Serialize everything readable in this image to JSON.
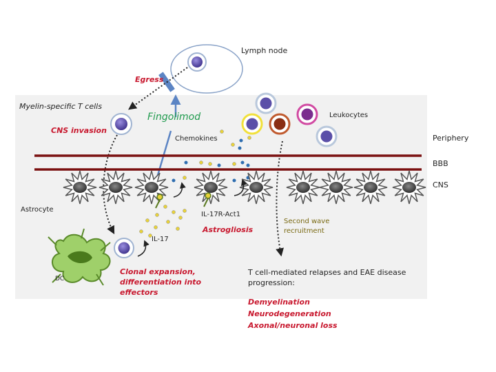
{
  "labels": {
    "lymph_node": "Lymph node",
    "egress": "Egress",
    "myelin_t_cells": "Myelin-specific T cells",
    "fingolimod": "Fingolimod",
    "cns_invasion": "CNS invasion",
    "chemokines": "Chemokines",
    "leukocytes": "Leukocytes",
    "periphery": "Periphery",
    "bbb": "BBB",
    "cns": "CNS",
    "astrocyte": "Astrocyte",
    "il17r_act1": "IL-17R-Act1",
    "astrogliosis": "Astrogliosis",
    "second_wave_1": "Second wave",
    "second_wave_2": "recruitment",
    "il17": "IL-17",
    "dc": "DC",
    "clonal_1": "Clonal expansion,",
    "clonal_2": "differentiation into",
    "clonal_3": "effectors",
    "tcell_1": "T cell-mediated relapses and EAE disease",
    "tcell_2": "progression:",
    "outcome_1": "Demyelination",
    "outcome_2": "Neurodegeneration",
    "outcome_3": "Axonal/neuronal loss"
  },
  "colors": {
    "accent_red": "#c8192f",
    "fingolimod_green": "#1f9a4d",
    "bbb_line": "#7a1010",
    "cell_nucleus": "#5b4fa8",
    "arrow_blue": "#5b84c4",
    "astrocyte_gray": "#555555",
    "dc_green": "#7ab648",
    "dot_yellow": "#e8d23a",
    "dot_blue": "#2e6db0"
  },
  "leukocytes": [
    {
      "rim": "#b9c8dc",
      "nucleus": "#5b4fa8"
    },
    {
      "rim": "#f1e03a",
      "nucleus": "#5b4fa8"
    },
    {
      "rim": "#c05a2e",
      "nucleus": "#8a2e14"
    },
    {
      "rim": "#d14aa2",
      "nucleus": "#7a2e8e"
    },
    {
      "rim": "#b9c8dc",
      "nucleus": "#5b4fa8"
    }
  ]
}
